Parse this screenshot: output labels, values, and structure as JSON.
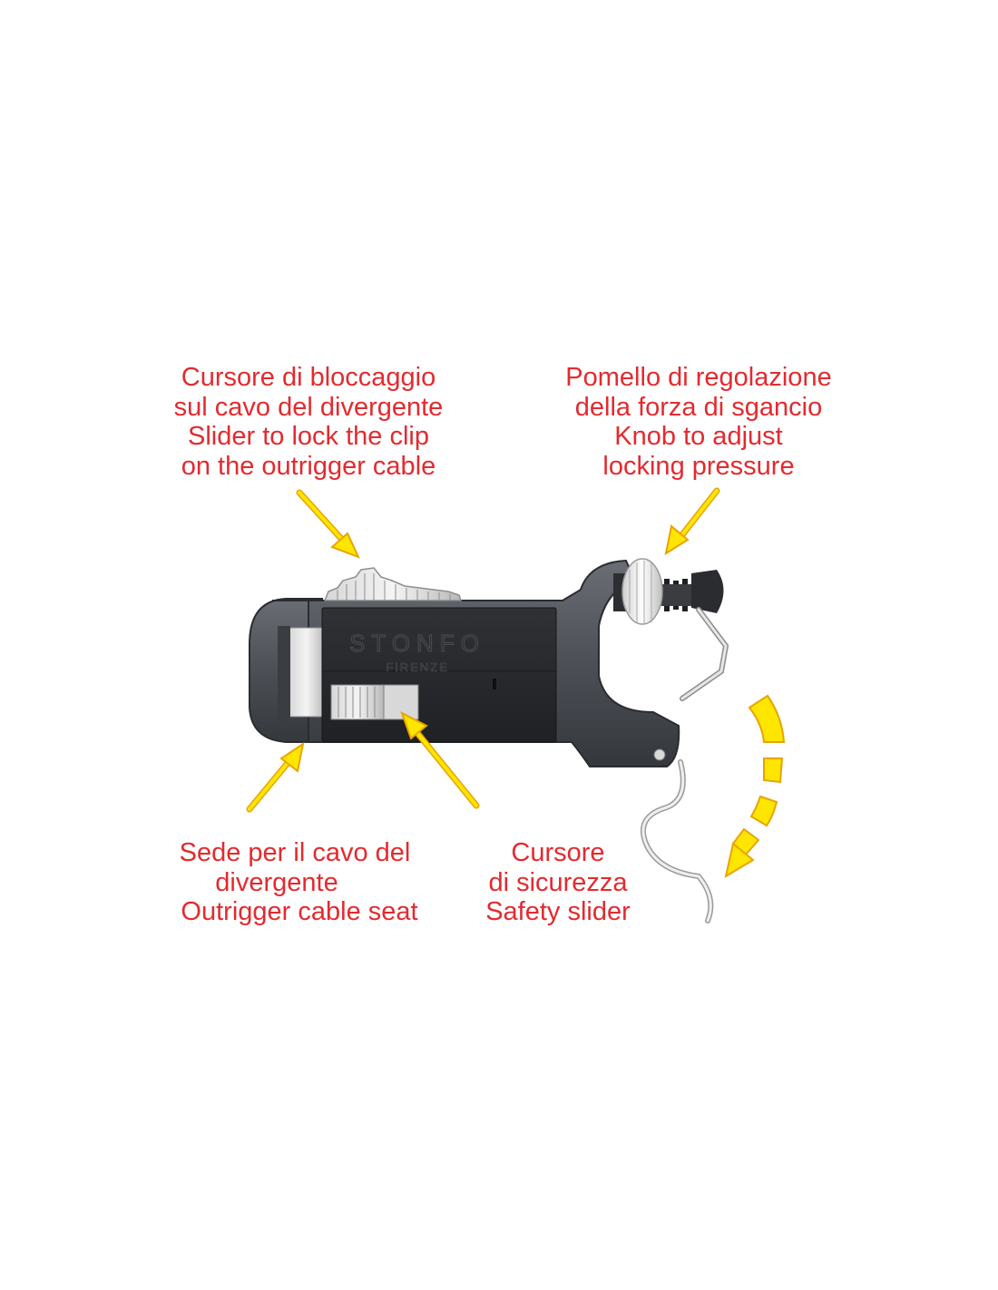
{
  "labels": {
    "lock_slider": {
      "line1": "Cursore di bloccaggio",
      "line2": "sul cavo del divergente",
      "line3": "Slider to lock the clip",
      "line4": "on the outrigger cable"
    },
    "knob": {
      "line1": "Pomello di regolazione",
      "line2": "della forza di sgancio",
      "line3": "Knob to adjust",
      "line4": "locking pressure"
    },
    "cable_seat": {
      "line1": "Sede per il cavo del",
      "line2": "divergente",
      "line3": "Outrigger cable seat"
    },
    "safety_slider": {
      "line1": "Cursore",
      "line2": "di sicurezza",
      "line3": "Safety slider"
    }
  },
  "device": {
    "brand": "STONFO",
    "brand_sub": "FIRENZE"
  },
  "colors": {
    "label_text": "#e32a2f",
    "arrow_fill": "#ffe600",
    "arrow_stroke": "#e8a400",
    "body_dark": "#3a3d42",
    "body_mid": "#5a5e64"
  }
}
